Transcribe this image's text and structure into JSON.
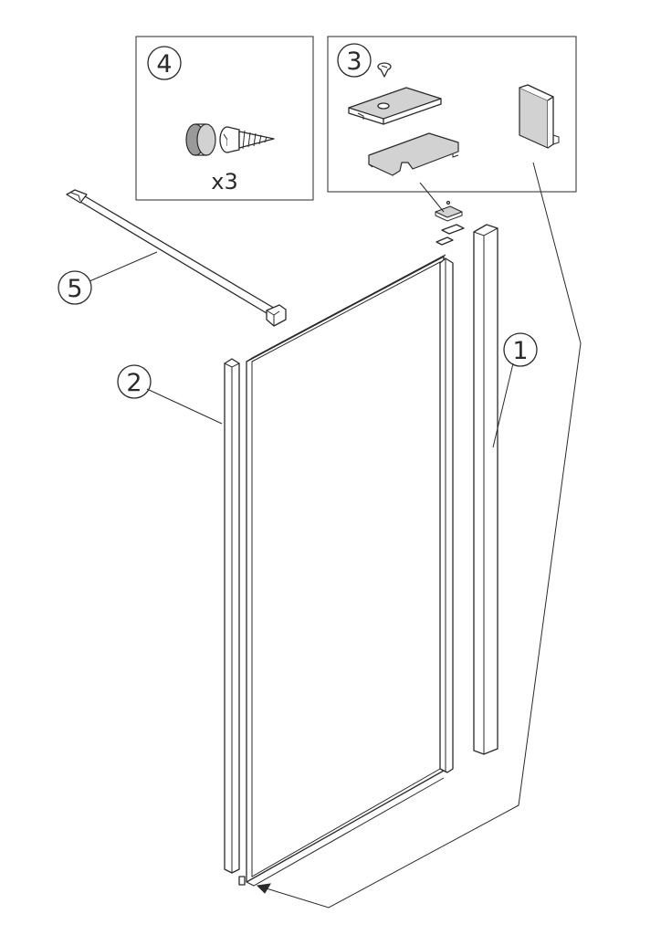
{
  "callouts": {
    "part_1": "1",
    "part_2": "2",
    "part_3": "3",
    "part_4": "4",
    "part_5": "5"
  },
  "detail_4": {
    "quantity": "x3"
  },
  "colors": {
    "line": "#2a2a2a",
    "background": "#ffffff",
    "part_fill": "#d2d2d2"
  }
}
